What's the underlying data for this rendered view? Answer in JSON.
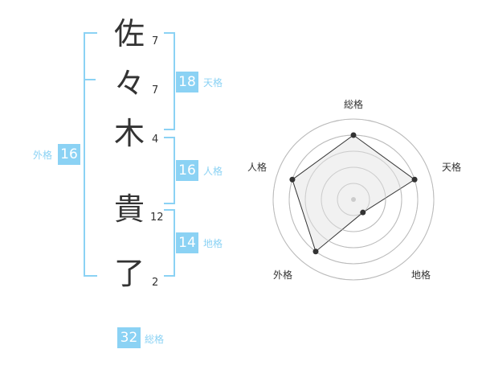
{
  "name": {
    "chars": [
      {
        "char": "佐",
        "strokes": "7"
      },
      {
        "char": "々",
        "strokes": "7"
      },
      {
        "char": "木",
        "strokes": "4"
      },
      {
        "char": "貴",
        "strokes": "12"
      },
      {
        "char": "了",
        "strokes": "2"
      }
    ]
  },
  "fortunes": {
    "tenkaku": {
      "label": "天格",
      "value": "18"
    },
    "jinkaku": {
      "label": "人格",
      "value": "16"
    },
    "chikaku": {
      "label": "地格",
      "value": "14"
    },
    "gaikaku": {
      "label": "外格",
      "value": "16"
    },
    "soukaku": {
      "label": "総格",
      "value": "32"
    }
  },
  "chart_data": {
    "type": "radar",
    "axes": [
      "総格",
      "天格",
      "地格",
      "外格",
      "人格"
    ],
    "values": [
      4,
      4,
      1,
      4,
      4
    ],
    "max": 5,
    "rings": 5,
    "colors": {
      "fill": "#eeeeee",
      "line": "#333333",
      "ring": "#bbbbbb",
      "accent": "#8bd2f4"
    }
  }
}
